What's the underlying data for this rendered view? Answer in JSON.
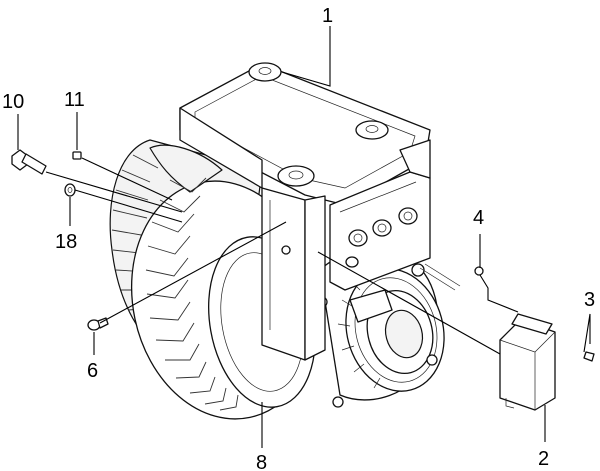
{
  "callouts": [
    {
      "id": "label-1",
      "text": "1"
    },
    {
      "id": "label-2",
      "text": "2"
    },
    {
      "id": "label-3",
      "text": "3"
    },
    {
      "id": "label-4",
      "text": "4"
    },
    {
      "id": "label-6",
      "text": "6"
    },
    {
      "id": "label-8",
      "text": "8"
    },
    {
      "id": "label-10",
      "text": "10"
    },
    {
      "id": "label-11",
      "text": "11"
    },
    {
      "id": "label-18",
      "text": "18"
    }
  ]
}
